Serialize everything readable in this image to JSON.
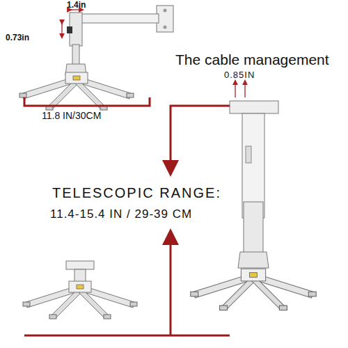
{
  "diagram": {
    "labels": [
      "1.4in",
      "0.73in",
      "11.8 IN/30CM",
      "The cable management",
      "0.85IN",
      "TELESCOPIC RANGE:",
      "11.4-15.4 IN / 29-39 CM"
    ]
  }
}
